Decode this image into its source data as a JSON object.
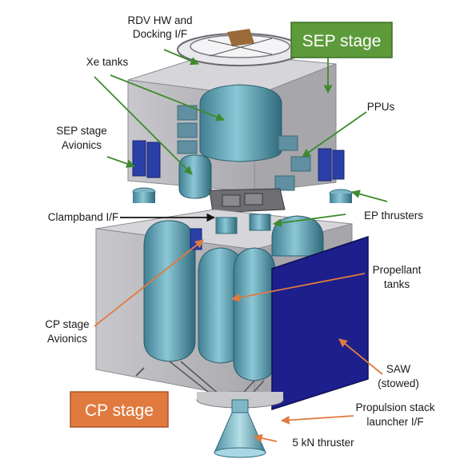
{
  "labels": {
    "rdv_line1": "RDV HW and",
    "rdv_line2": "Docking I/F",
    "xe_tanks": "Xe tanks",
    "sep_avionics_line1": "SEP stage",
    "sep_avionics_line2": "Avionics",
    "ppus": "PPUs",
    "clampband": "Clampband I/F",
    "ep_thrusters": "EP thrusters",
    "propellant_line1": "Propellant",
    "propellant_line2": "tanks",
    "cp_avionics_line1": "CP stage",
    "cp_avionics_line2": "Avionics",
    "saw_line1": "SAW",
    "saw_line2": "(stowed)",
    "stack_line1": "Propulsion stack",
    "stack_line2": "launcher I/F",
    "thruster_5kn": "5 kN thruster"
  },
  "tags": {
    "sep_stage": "SEP stage",
    "cp_stage": "CP stage"
  },
  "colors": {
    "sep_tag": "#5c9a3a",
    "cp_tag": "#e07a3f",
    "saw_panel": "#1c1f8c",
    "tank": "#5f9fb0",
    "structure": "#b8b8bc",
    "leader_green": "#3f8a2e",
    "leader_orange": "#e07a3f",
    "leader_black": "#111111"
  }
}
